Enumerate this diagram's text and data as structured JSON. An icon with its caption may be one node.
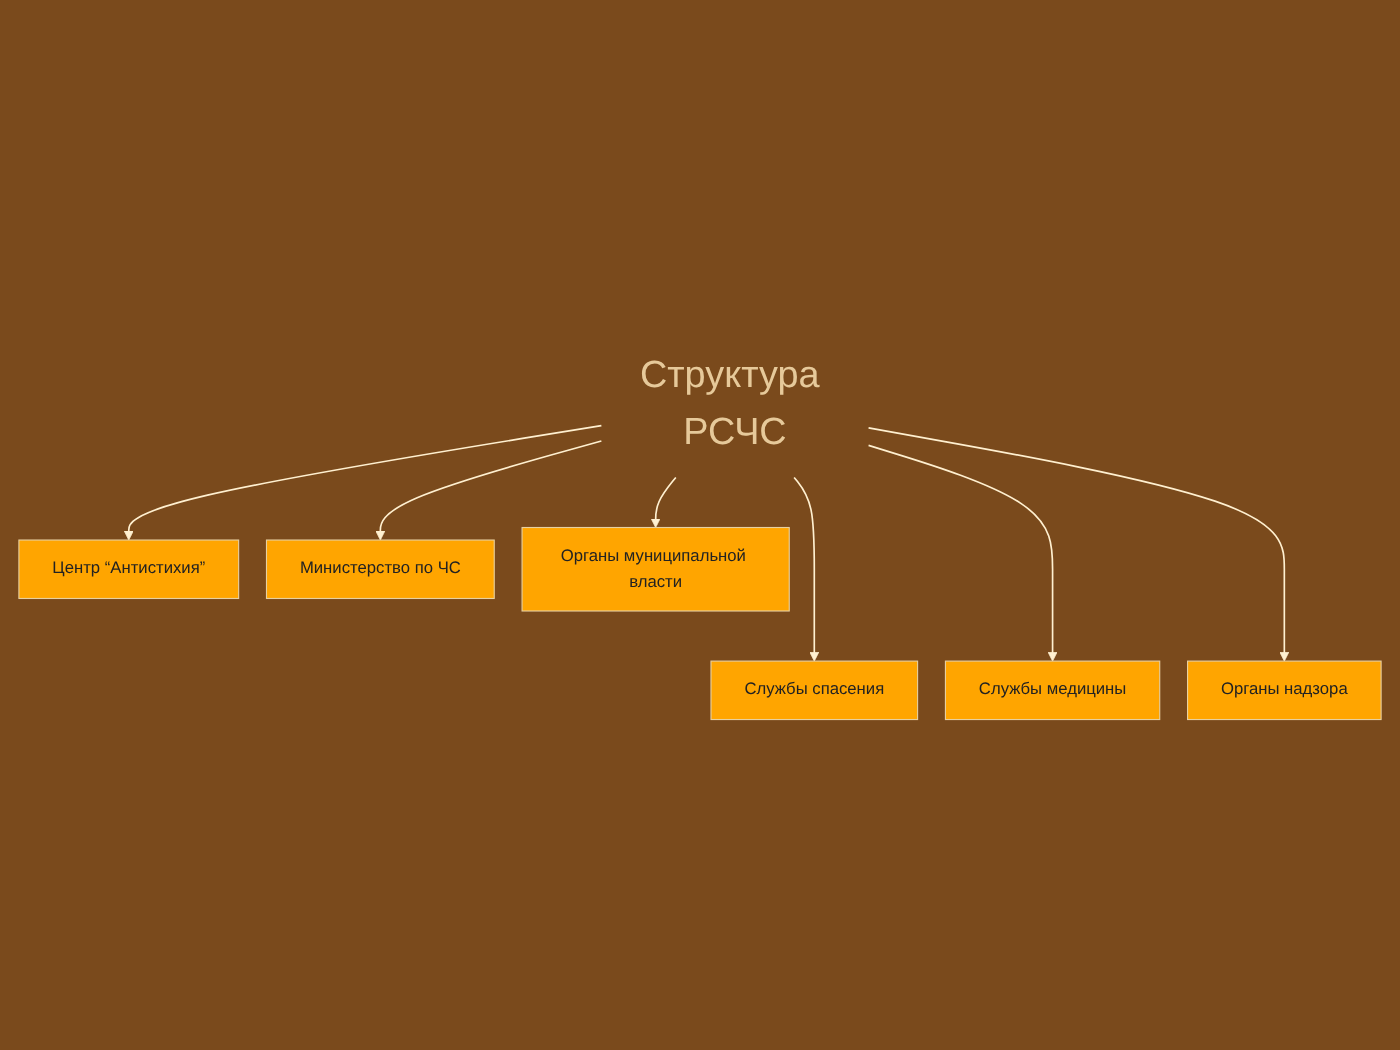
{
  "diagram": {
    "nodes": [
      {
        "text": [
          "Структура РСЧС"
        ]
      },
      {
        "text": [
          "Центр “Антистихия”"
        ]
      },
      {
        "text": [
          "Министерство по ЧС"
        ]
      },
      {
        "text": [
          "Органы муниципальной власти"
        ]
      },
      {
        "text": [
          "Службы спасения"
        ]
      },
      {
        "text": [
          "Службы медицины"
        ]
      },
      {
        "text": [
          "Органы надзора"
        ]
      }
    ],
    "edges": [
      {
        "from": 0,
        "to": 1,
        "arrow": "to"
      },
      {
        "from": 0,
        "to": 4,
        "arrow": "to"
      },
      {
        "from": 0,
        "to": 2,
        "arrow": "to"
      },
      {
        "from": 0,
        "to": 5,
        "arrow": "to"
      },
      {
        "from": 0,
        "to": 6,
        "arrow": "to"
      },
      {
        "from": 0,
        "to": 3,
        "arrow": "to"
      }
    ]
  }
}
